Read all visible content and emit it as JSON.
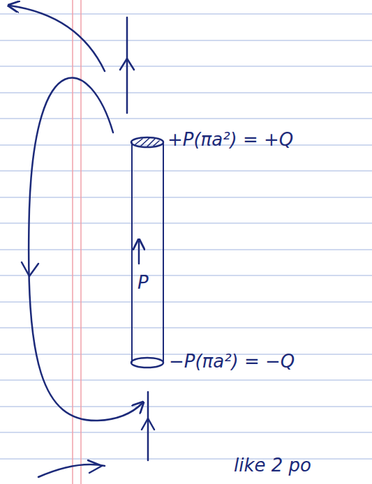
{
  "diagram": {
    "nodes": [
      {
        "text": [
          "P"
        ]
      }
    ],
    "labels": [
      "+P(πa²) = +Q",
      "−P(πa²) = −Q",
      "like 2 po"
    ]
  }
}
